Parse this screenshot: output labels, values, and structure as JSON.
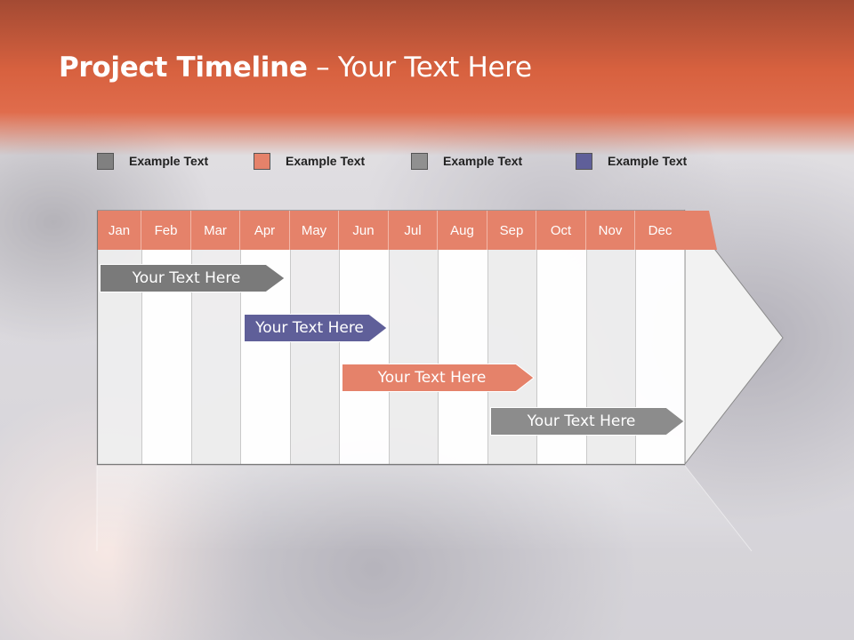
{
  "slide": {
    "title_bold": "Project Timeline",
    "title_rest": " – Your Text Here"
  },
  "legend": [
    {
      "label": "Example Text",
      "color": "#808080"
    },
    {
      "label": "Example Text",
      "color": "#e5826a"
    },
    {
      "label": "Example Text",
      "color": "#909090"
    },
    {
      "label": "Example Text",
      "color": "#5f5f99"
    }
  ],
  "months": [
    "Jan",
    "Feb",
    "Mar",
    "Apr",
    "May",
    "Jun",
    "Jul",
    "Aug",
    "Sep",
    "Oct",
    "Nov",
    "Dec"
  ],
  "bars": [
    {
      "label": "Your  Text Here",
      "color": "#7a7a7a"
    },
    {
      "label": "Your  Text Here",
      "color": "#5f5f99"
    },
    {
      "label": "Your  Text Here",
      "color": "#e5826a"
    },
    {
      "label": "Your  Text Here",
      "color": "#8c8c8c"
    }
  ],
  "colors": {
    "header_accent": "#e06c4c",
    "month_header": "#e5826a"
  }
}
